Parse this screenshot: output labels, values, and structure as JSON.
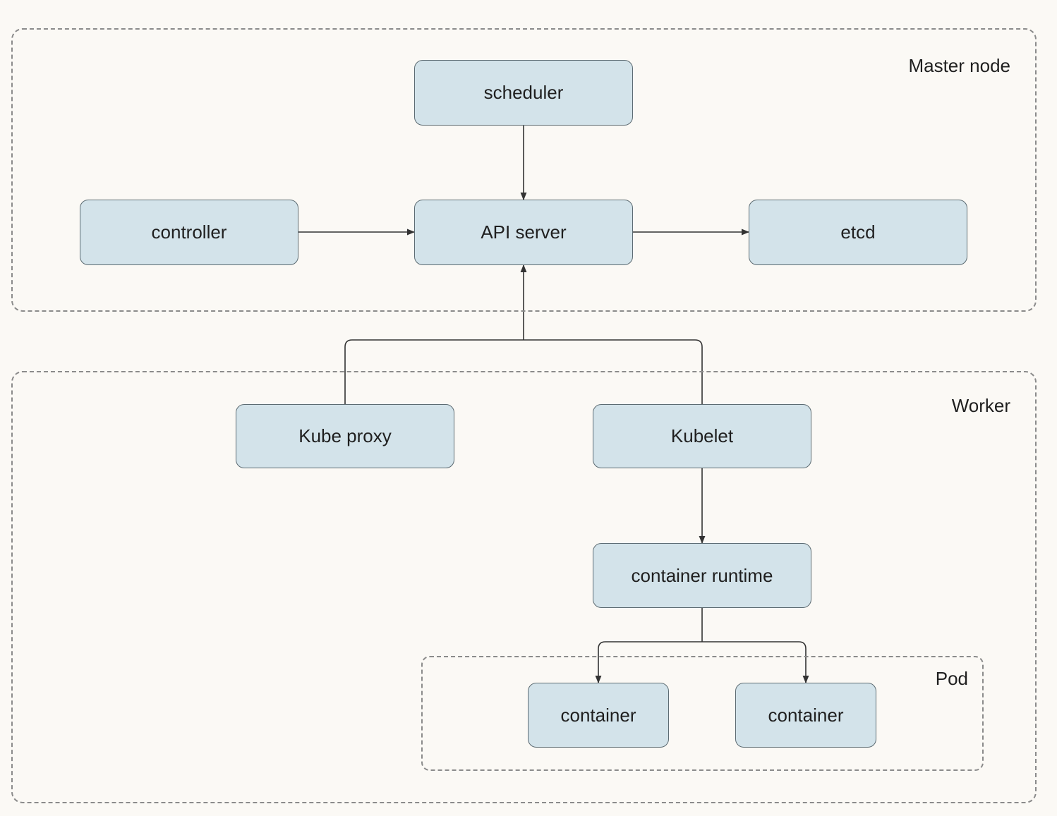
{
  "diagram": {
    "regions": {
      "master": {
        "label": "Master node"
      },
      "worker": {
        "label": "Worker"
      },
      "pod": {
        "label": "Pod"
      }
    },
    "nodes": {
      "scheduler": "scheduler",
      "controller": "controller",
      "api_server": "API server",
      "etcd": "etcd",
      "kube_proxy": "Kube proxy",
      "kubelet": "Kubelet",
      "container_runtime": "container runtime",
      "container_1": "container",
      "container_2": "container"
    },
    "edges": [
      {
        "from": "scheduler",
        "to": "api_server"
      },
      {
        "from": "controller",
        "to": "api_server"
      },
      {
        "from": "api_server",
        "to": "etcd"
      },
      {
        "from": "kube_proxy",
        "to": "api_server"
      },
      {
        "from": "kubelet",
        "to": "api_server"
      },
      {
        "from": "kubelet",
        "to": "container_runtime"
      },
      {
        "from": "container_runtime",
        "to": "container_1"
      },
      {
        "from": "container_runtime",
        "to": "container_2"
      }
    ],
    "colors": {
      "background": "#fbf9f5",
      "node_fill": "#d3e3ea",
      "node_border": "#5c6b72",
      "region_border": "#8b8b8b",
      "arrow": "#333333"
    }
  }
}
